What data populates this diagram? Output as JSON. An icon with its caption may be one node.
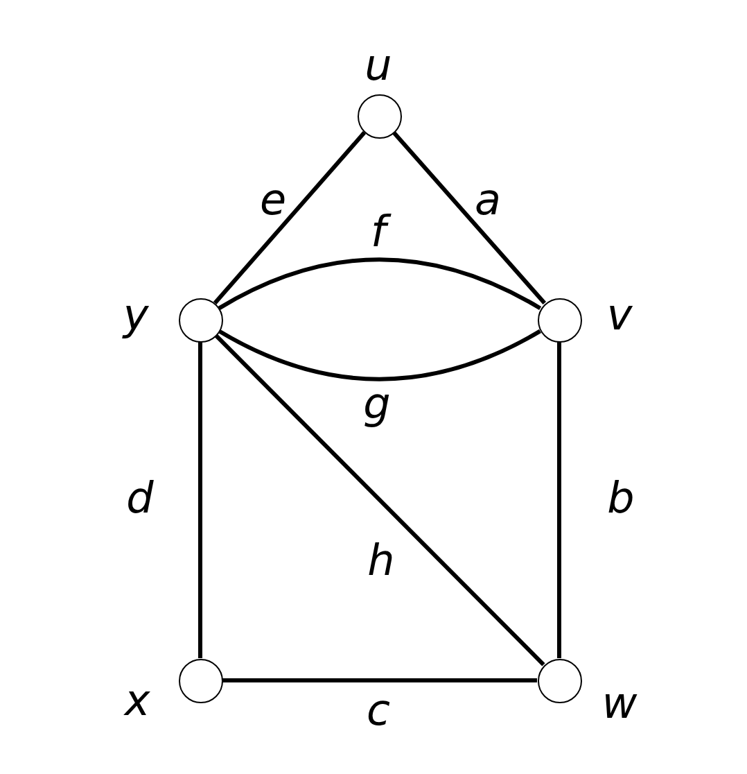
{
  "diagram": {
    "nodes": [
      {
        "text": [],
        "shape": "circle",
        "beside": [
          "u"
        ]
      },
      {
        "text": [],
        "shape": "circle",
        "beside": [
          "y"
        ]
      },
      {
        "text": [],
        "shape": "circle",
        "beside": [
          "v"
        ]
      },
      {
        "text": [],
        "shape": "circle",
        "beside": [
          "x"
        ]
      },
      {
        "text": [],
        "shape": "circle",
        "beside": [
          "w"
        ]
      }
    ],
    "edges": [
      {
        "from": 0,
        "to": 1,
        "arrow": "none",
        "label": "e"
      },
      {
        "from": 0,
        "to": 2,
        "arrow": "none",
        "label": "a"
      },
      {
        "from": 1,
        "to": 2,
        "arrow": "none",
        "label": "f"
      },
      {
        "from": 1,
        "to": 2,
        "arrow": "none",
        "label": "g"
      },
      {
        "from": 1,
        "to": 3,
        "arrow": "none",
        "label": "d"
      },
      {
        "from": 1,
        "to": 4,
        "arrow": "none",
        "label": "h"
      },
      {
        "from": 2,
        "to": 4,
        "arrow": "none",
        "label": "b"
      },
      {
        "from": 3,
        "to": 4,
        "arrow": "none",
        "label": "c"
      }
    ]
  }
}
